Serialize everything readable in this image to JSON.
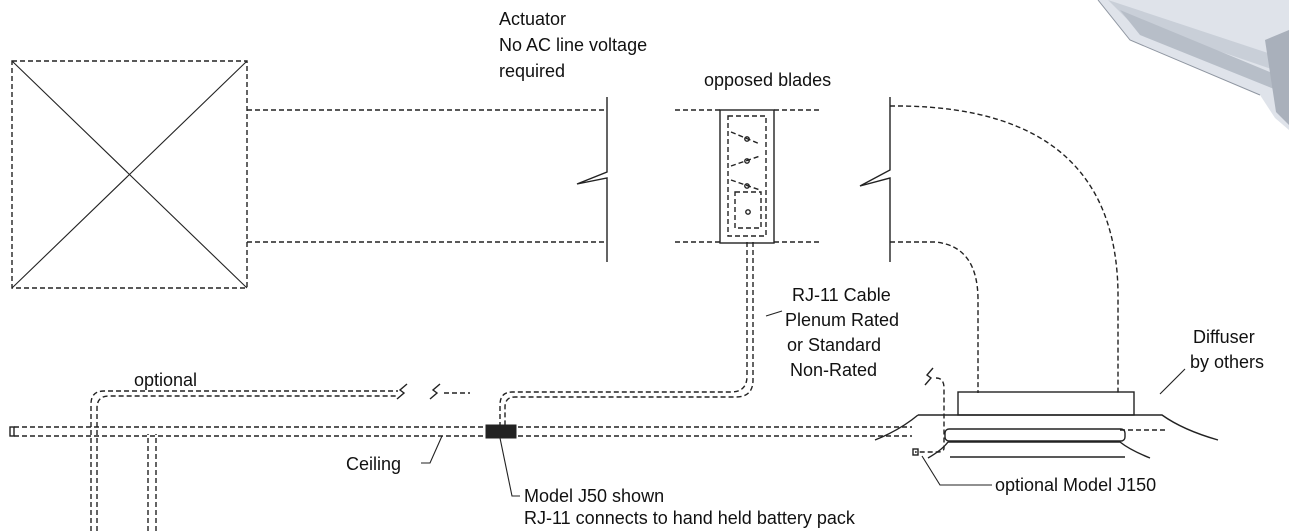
{
  "labels": {
    "actuator_line1": "Actuator",
    "actuator_line2": "No AC line voltage",
    "actuator_line3": "required",
    "opposed_blades": "opposed blades",
    "rj11_line1": "RJ-11 Cable",
    "rj11_line2": "Plenum Rated",
    "rj11_line3": "or Standard",
    "rj11_line4": "Non-Rated",
    "diffuser_line1": "Diffuser",
    "diffuser_line2": "by others",
    "optional": "optional",
    "ceiling": "Ceiling",
    "optional_model": "optional Model J150",
    "model_j50_line1": "Model J50 shown",
    "model_j50_line2": "RJ-11 connects to hand held battery pack"
  },
  "colors": {
    "line": "#222222",
    "background": "#ffffff",
    "corner_image_light": "#dfe3ea",
    "corner_image_dark": "#a9b0bb"
  }
}
